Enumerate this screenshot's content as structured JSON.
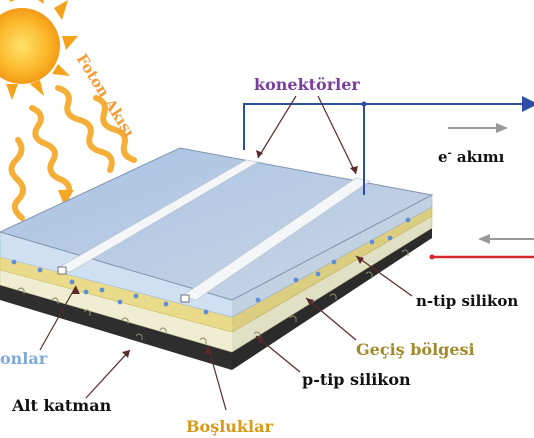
{
  "labels": {
    "foton_akisi": "Foton Akışı",
    "konektorler": "konektörler",
    "e_akimi_prefix": "e",
    "e_akimi_sup": "-",
    "e_akimi_suffix": " akımı",
    "n_tip_silikon": "n-tip silikon",
    "gecis_bolgesi": "Geçiş bölgesi",
    "p_tip_silikon": "p-tip silikon",
    "elektronlar_partial": "onlar",
    "alt_katman": "Alt katman",
    "bosluklar": "Boşluklar"
  },
  "colors": {
    "sun": "#f7a21b",
    "photon_rays": "#f5a623",
    "konektorler_text": "#7a3e9d",
    "foton_text": "#f39c3a",
    "gecis_text": "#a08a2a",
    "bosluklar_text": "#d79a14",
    "elektron_text": "#7ea9da",
    "circuit_blue": "#2c4ea3",
    "circuit_red": "#d9262c",
    "panel_top": "#b9cde6",
    "n_layer": "#cfe0f2",
    "junction_layer": "#e9db8a",
    "p_layer": "#efeed2",
    "base_layer": "#2e2e2e"
  }
}
